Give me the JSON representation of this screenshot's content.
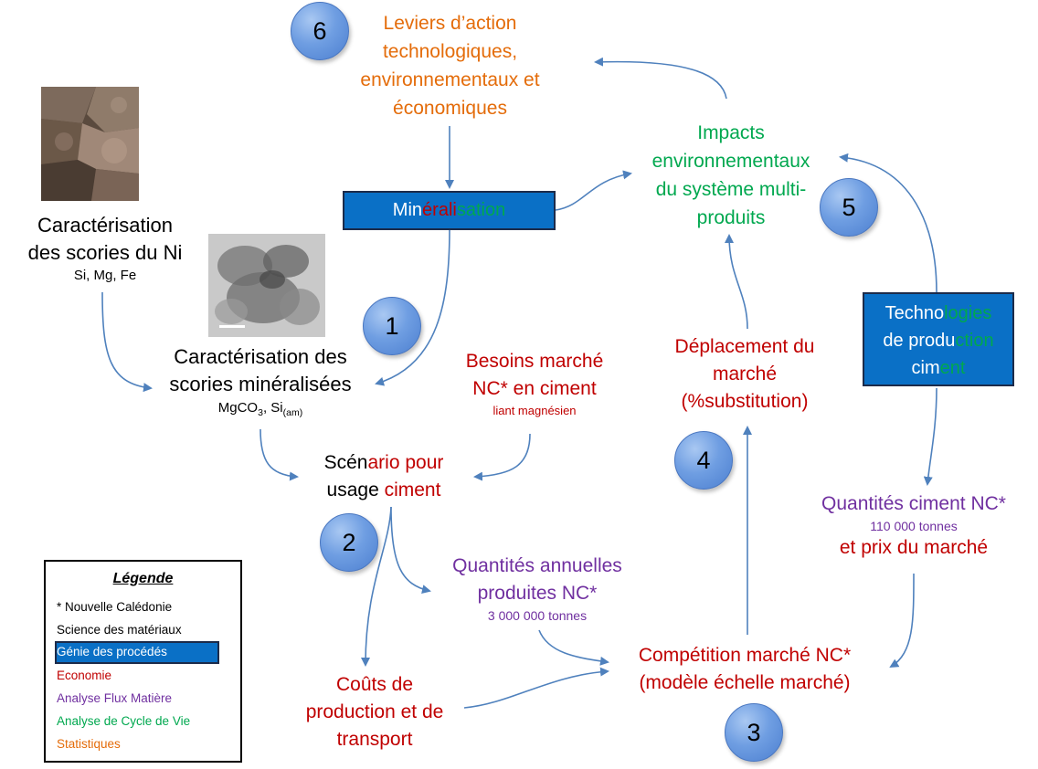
{
  "steps": {
    "s1": "1",
    "s2": "2",
    "s3": "3",
    "s4": "4",
    "s5": "5",
    "s6": "6"
  },
  "leviers": {
    "line1": "Leviers d’action",
    "line2": "technologiques,",
    "line3": "environnementaux et",
    "line4": "économiques"
  },
  "mineralisation": {
    "p1": "Min",
    "p2": "érali",
    "p3": "sation"
  },
  "impacts": {
    "line1": "Impacts",
    "line2": "environnementaux",
    "line3": "du système multi-",
    "line4": "produits"
  },
  "carac_ni": {
    "line1": "Caractérisation",
    "line2": "des scories du Ni",
    "line3": "Si, Mg, Fe"
  },
  "carac_min": {
    "line1": "Caractérisation des",
    "line2": "scories minéralisées",
    "formula_a": "MgCO",
    "formula_a_sub": "3",
    "formula_b": ", Si",
    "formula_b_sub": "(am)"
  },
  "besoins": {
    "line1": "Besoins marché",
    "line2": "NC* en ciment",
    "line3": "liant magnésien"
  },
  "deplacement": {
    "line1": "Déplacement du",
    "line2": "marché",
    "line3": "(%substitution)"
  },
  "technologies": {
    "l1a": "Techno",
    "l1b": "logies",
    "l2a": "de produ",
    "l2b": "ction",
    "l3a": "cim",
    "l3b": "ent"
  },
  "scenario": {
    "l1a": "Scén",
    "l1b": "ario pour",
    "l2a": "usage ",
    "l2b": "ciment"
  },
  "quantites_ciment": {
    "line1": "Quantités ciment NC*",
    "line2": "110 000 tonnes",
    "line3": "et prix du marché"
  },
  "quantites_annuelles": {
    "line1": "Quantités annuelles",
    "line2": "produites NC*",
    "line3": "3 000 000 tonnes"
  },
  "competition": {
    "line1": "Compétition marché NC*",
    "line2": "(modèle échelle marché)"
  },
  "couts": {
    "line1": "Coûts de",
    "line2": "production et de",
    "line3": "transport"
  },
  "legend": {
    "title": "Légende",
    "items": [
      "* Nouvelle Calédonie",
      "Science des matériaux",
      "Génie des procédés",
      "Economie",
      "Analyse Flux Matière",
      "Analyse de Cycle de Vie",
      "Statistiques"
    ]
  },
  "colors": {
    "orange": "#e46c0a",
    "red": "#c00000",
    "green": "#00a84f",
    "purple": "#7030a0",
    "blue_box": "#0a70c6",
    "arrow": "#4f81bd"
  }
}
